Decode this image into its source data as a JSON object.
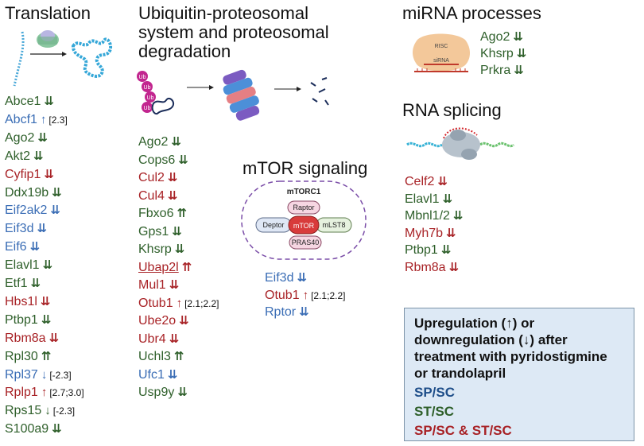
{
  "colors": {
    "green": "#2e5f2a",
    "blue": "#3a6db5",
    "red": "#a82226"
  },
  "translation": {
    "title": "Translation",
    "genes": [
      {
        "name": "Abce1",
        "color": "green",
        "arrow": "⇊",
        "fc": ""
      },
      {
        "name": "Abcf1",
        "color": "blue",
        "arrow": "↑",
        "fc": "[2.3]"
      },
      {
        "name": "Ago2",
        "color": "green",
        "arrow": "⇊",
        "fc": ""
      },
      {
        "name": "Akt2",
        "color": "green",
        "arrow": "⇊",
        "fc": ""
      },
      {
        "name": "Cyfip1",
        "color": "red",
        "arrow": "⇊",
        "fc": ""
      },
      {
        "name": "Ddx19b",
        "color": "green",
        "arrow": "⇊",
        "fc": ""
      },
      {
        "name": "Eif2ak2",
        "color": "blue",
        "arrow": "⇊",
        "fc": ""
      },
      {
        "name": "Eif3d",
        "color": "blue",
        "arrow": "⇊",
        "fc": ""
      },
      {
        "name": "Eif6",
        "color": "blue",
        "arrow": "⇊",
        "fc": ""
      },
      {
        "name": "Elavl1",
        "color": "green",
        "arrow": "⇊",
        "fc": ""
      },
      {
        "name": "Etf1",
        "color": "green",
        "arrow": "⇊",
        "fc": ""
      },
      {
        "name": "Hbs1l",
        "color": "red",
        "arrow": "⇊",
        "fc": ""
      },
      {
        "name": "Ptbp1",
        "color": "green",
        "arrow": "⇊",
        "fc": ""
      },
      {
        "name": "Rbm8a",
        "color": "red",
        "arrow": "⇊",
        "fc": ""
      },
      {
        "name": "Rpl30",
        "color": "green",
        "arrow": "⇈",
        "fc": ""
      },
      {
        "name": "Rpl37",
        "color": "blue",
        "arrow": "↓",
        "fc": "[-2.3]"
      },
      {
        "name": "Rplp1",
        "color": "red",
        "arrow": "↑",
        "fc": "[2.7;3.0]"
      },
      {
        "name": "Rps15",
        "color": "green",
        "arrow": "↓",
        "fc": "[-2.3]"
      },
      {
        "name": "S100a9",
        "color": "green",
        "arrow": "⇊",
        "fc": ""
      }
    ]
  },
  "ubiquitin": {
    "title_lines": [
      "Ubiquitin-proteosomal",
      "system and proteosomal",
      "degradation"
    ],
    "ub_label": "Ub",
    "genes": [
      {
        "name": "Ago2",
        "color": "green",
        "arrow": "⇊",
        "fc": "",
        "underline": false
      },
      {
        "name": "Cops6",
        "color": "green",
        "arrow": "⇊",
        "fc": "",
        "underline": false
      },
      {
        "name": "Cul2",
        "color": "red",
        "arrow": "⇊",
        "fc": "",
        "underline": false
      },
      {
        "name": "Cul4",
        "color": "red",
        "arrow": "⇊",
        "fc": "",
        "underline": false
      },
      {
        "name": "Fbxo6",
        "color": "green",
        "arrow": "⇈",
        "fc": "",
        "underline": false
      },
      {
        "name": "Gps1",
        "color": "green",
        "arrow": "⇊",
        "fc": "",
        "underline": false
      },
      {
        "name": "Khsrp",
        "color": "green",
        "arrow": "⇊",
        "fc": "",
        "underline": false
      },
      {
        "name": "Ubap2l",
        "color": "red",
        "arrow": "⇈",
        "fc": "",
        "underline": true
      },
      {
        "name": "Mul1",
        "color": "red",
        "arrow": "⇊",
        "fc": "",
        "underline": false
      },
      {
        "name": "Otub1",
        "color": "red",
        "arrow": "↑",
        "fc": "[2.1;2.2]",
        "underline": false
      },
      {
        "name": "Ube2o",
        "color": "red",
        "arrow": "⇊",
        "fc": "",
        "underline": false
      },
      {
        "name": "Ubr4",
        "color": "red",
        "arrow": "⇊",
        "fc": "",
        "underline": false
      },
      {
        "name": "Uchl3",
        "color": "green",
        "arrow": "⇈",
        "fc": "",
        "underline": false
      },
      {
        "name": "Ufc1",
        "color": "blue",
        "arrow": "⇊",
        "fc": "",
        "underline": false
      },
      {
        "name": "Usp9y",
        "color": "green",
        "arrow": "⇊",
        "fc": "",
        "underline": false
      }
    ]
  },
  "mtor": {
    "title": "mTOR signaling",
    "complex_label": "mTORC1",
    "components": {
      "raptor": "Raptor",
      "mtor": "mTOR",
      "deptor": "Deptor",
      "mlst8": "mLST8",
      "pras40": "PRAS40"
    },
    "genes": [
      {
        "name": "Eif3d",
        "color": "blue",
        "arrow": "⇊",
        "fc": ""
      },
      {
        "name": "Otub1",
        "color": "red",
        "arrow": "↑",
        "fc": "[2.1;2.2]"
      },
      {
        "name": "Rptor",
        "color": "blue",
        "arrow": "⇊",
        "fc": ""
      }
    ]
  },
  "mirna": {
    "title": "miRNA processes",
    "risc_label": "RISC",
    "sirna_label": "siRNA",
    "genes": [
      {
        "name": "Ago2",
        "color": "green",
        "arrow": "⇊",
        "fc": ""
      },
      {
        "name": "Khsrp",
        "color": "green",
        "arrow": "⇊",
        "fc": ""
      },
      {
        "name": "Prkra",
        "color": "green",
        "arrow": "⇊",
        "fc": ""
      }
    ]
  },
  "splicing": {
    "title": "RNA splicing",
    "genes": [
      {
        "name": "Celf2",
        "color": "red",
        "arrow": "⇊",
        "fc": ""
      },
      {
        "name": "Elavl1",
        "color": "green",
        "arrow": "⇊",
        "fc": ""
      },
      {
        "name": "Mbnl1/2",
        "color": "green",
        "arrow": "⇊",
        "fc": ""
      },
      {
        "name": "Myh7b",
        "color": "red",
        "arrow": "⇊",
        "fc": ""
      },
      {
        "name": "Ptbp1",
        "color": "green",
        "arrow": "⇊",
        "fc": ""
      },
      {
        "name": "Rbm8a",
        "color": "red",
        "arrow": "⇊",
        "fc": ""
      }
    ]
  },
  "legend": {
    "title": "Upregulation (↑) or downregulation (↓) after treatment with pyridostigmine or trandolapril",
    "items": [
      {
        "label": "SP/SC",
        "color": "#1f4f8a"
      },
      {
        "label": "ST/SC",
        "color": "#2e5f2a"
      },
      {
        "label": "SP/SC & ST/SC",
        "color": "#a82226"
      }
    ]
  }
}
